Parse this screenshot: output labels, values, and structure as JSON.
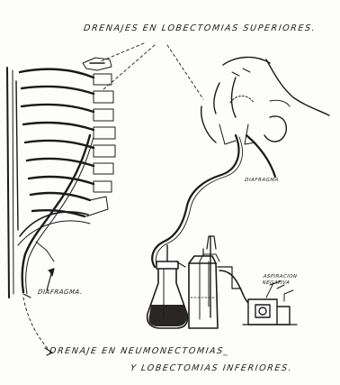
{
  "labels": {
    "top_title": "DRENAJES EN LOBECTOMIAS SUPERIORES.",
    "diafragma_right": "DIAFRAGMA",
    "aspiracion": "ASPIRACION NEGATIVA",
    "diafragma_left": "DIAFRAGMA.",
    "bottom_line_1": "DRENAJE EN NEUMONECTOMIAS_",
    "bottom_line_2": "Y LOBECTOMIAS INFERIORES."
  },
  "colors": {
    "ink": "#1a1a1a",
    "liquid": "#2b2626",
    "paper": "#fdfdfc"
  }
}
